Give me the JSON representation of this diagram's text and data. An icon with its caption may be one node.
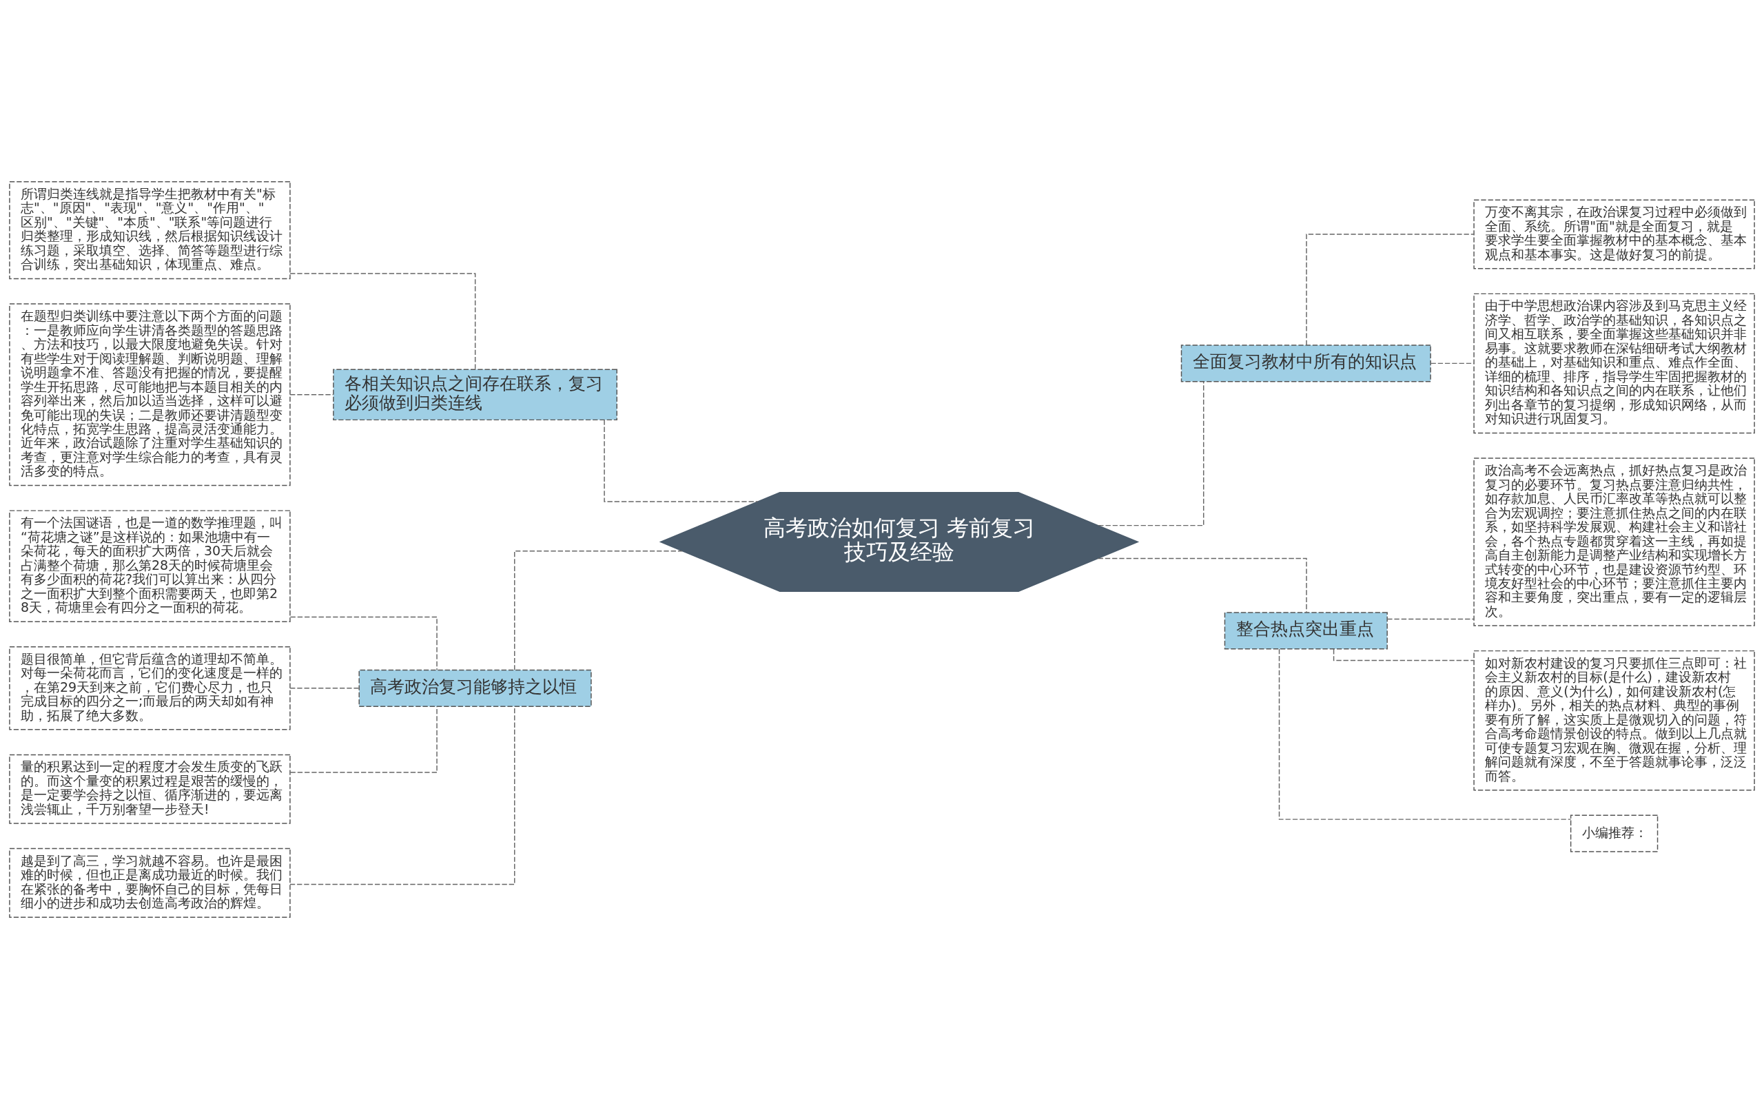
{
  "diagram": {
    "nodes": [
      {
        "text": [
          "高考政治如何复习 考前复习技巧及经验"
        ]
      },
      {
        "text": [
          "各相关知识点之间存在联系，复习必须做到归类连线"
        ]
      },
      {
        "text": [
          "所谓归类连线就是指导学生把教材中有关\"标志\"、\"原因\"、\"表现\"、\"意义\"、\"作用\"、\"区别\"、\"关键\"、\"本质\"、\"联系\"等问题进行归类整理，形成知识线，然后根据知识线设计练习题，采取填空、选择、简答等题型进行综合训练，突出基础知识，体现重点、难点。"
        ]
      },
      {
        "text": [
          "在题型归类训练中要注意以下两个方面的问题：一是教师应向学生讲清各类题型的答题思路、方法和技巧，以最大限度地避免失误。针对有些学生对于阅读理解题、判断说明题、理解说明题拿不准、答题没有把握的情况，要提醒学生开拓思路，尽可能地把与本题目相关的内容列举出来，然后加以适当选择，这样可以避免可能出现的失误；二是教师还要讲清题型变化特点，拓宽学生思路，提高灵活变通能力。近年来，政治试题除了注重对学生基础知识的考查，更注意对学生综合能力的考查，具有灵活多变的特点。"
        ]
      },
      {
        "text": [
          "高考政治复习能够持之以恒"
        ]
      },
      {
        "text": [
          "有一个法国谜语，也是一道的数学推理题，叫“荷花塘之谜”是这样说的：如果池塘中有一朵荷花，每天的面积扩大两倍，30天后就会占满整个荷塘，那么第28天的时候荷塘里会有多少面积的荷花?我们可以算出来：从四分之一面积扩大到整个面积需要两天，也即第28天，荷塘里会有四分之一面积的荷花。"
        ]
      },
      {
        "text": [
          "题目很简单，但它背后蕴含的道理却不简单。对每一朵荷花而言，它们的变化速度是一样的，在第29天到来之前，它们费心尽力，也只完成目标的四分之一;而最后的两天却如有神助，拓展了绝大多数。"
        ]
      },
      {
        "text": [
          "量的积累达到一定的程度才会发生质变的飞跃的。而这个量变的积累过程是艰苦的缓慢的，是一定要学会持之以恒、循序渐进的，要远离浅尝辄止，千万别奢望一步登天!"
        ]
      },
      {
        "text": [
          "越是到了高三，学习就越不容易。也许是最困难的时候，但也正是离成功最近的时候。我们在紧张的备考中，要胸怀自己的目标，凭每日细小的进步和成功去创造高考政治的辉煌。"
        ]
      },
      {
        "text": [
          "全面复习教材中所有的知识点"
        ]
      },
      {
        "text": [
          "万变不离其宗，在政治课复习过程中必须做到全面、系统。所谓\"面\"就是全面复习，就是要求学生要全面掌握教材中的基本概念、基本观点和基本事实。这是做好复习的前提。"
        ]
      },
      {
        "text": [
          "由于中学思想政治课内容涉及到马克思主义经济学、哲学、政治学的基础知识，各知识点之间又相互联系，要全面掌握这些基础知识并非易事。这就要求教师在深钻细研考试大纲教材的基础上，对基础知识和重点、难点作全面、详细的梳理、排序，指导学生牢固把握教材的知识结构和各知识点之间的内在联系，让他们列出各章节的复习提纲，形成知识网络，从而对知识进行巩固复习。"
        ]
      },
      {
        "text": [
          "整合热点突出重点"
        ]
      },
      {
        "text": [
          "政治高考不会远离热点，抓好热点复习是政治复习的必要环节。复习热点要注意归纳共性，如存款加息、人民币汇率改革等热点就可以整合为宏观调控；要注意抓住热点之间的内在联系，如坚持科学发展观、构建社会主义和谐社会，各个热点专题都贯穿着这一主线，再如提高自主创新能力是调整产业结构和实现增长方式转变的中心环节，也是建设资源节约型、环境友好型社会的中心环节；要注意抓住主要内容和主要角度，突出重点，要有一定的逻辑层次。"
        ]
      },
      {
        "text": [
          "如对新农村建设的复习只要抓住三点即可：社会主义新农村的目标(是什么)，建设新农村的原因、意义(为什么)，如何建设新农村(怎样办)。另外，相关的热点材料、典型的事例要有所了解，这实质上是微观切入的问题，符合高考命题情景创设的特点。做到以上几点就可使专题复习宏观在胸、微观在握，分析、理解问题就有深度，不至于答题就事论事，泛泛而答。"
        ]
      },
      {
        "text": [
          "小编推荐："
        ]
      }
    ],
    "edges": [
      {
        "from": 0,
        "to": 1,
        "arrow": "none"
      },
      {
        "from": 1,
        "to": 2,
        "arrow": "none"
      },
      {
        "from": 1,
        "to": 3,
        "arrow": "none"
      },
      {
        "from": 0,
        "to": 4,
        "arrow": "none"
      },
      {
        "from": 4,
        "to": 5,
        "arrow": "none"
      },
      {
        "from": 4,
        "to": 6,
        "arrow": "none"
      },
      {
        "from": 4,
        "to": 7,
        "arrow": "none"
      },
      {
        "from": 4,
        "to": 8,
        "arrow": "none"
      },
      {
        "from": 0,
        "to": 9,
        "arrow": "none"
      },
      {
        "from": 9,
        "to": 10,
        "arrow": "none"
      },
      {
        "from": 9,
        "to": 11,
        "arrow": "none"
      },
      {
        "from": 0,
        "to": 12,
        "arrow": "none"
      },
      {
        "from": 12,
        "to": 13,
        "arrow": "none"
      },
      {
        "from": 12,
        "to": 14,
        "arrow": "none"
      },
      {
        "from": 12,
        "to": 15,
        "arrow": "none"
      }
    ]
  }
}
